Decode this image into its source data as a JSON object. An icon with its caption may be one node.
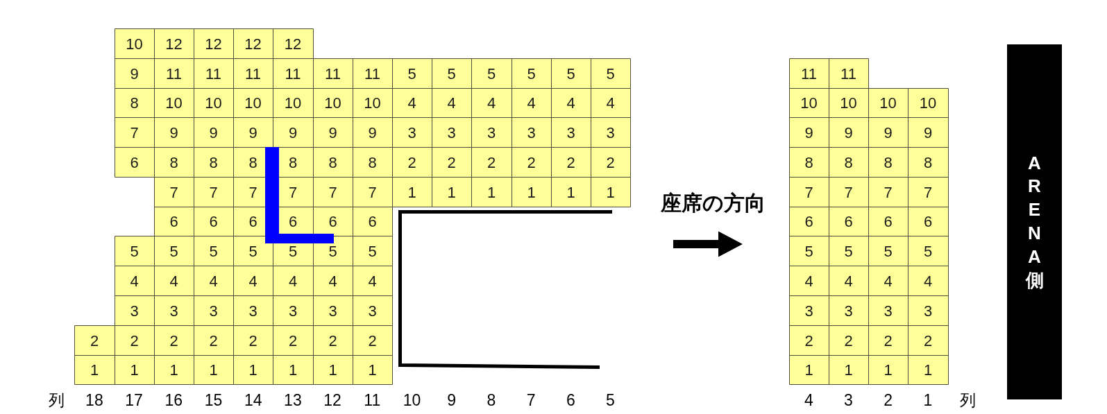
{
  "diagram": {
    "nodes": [
      {
        "text": [
          "10"
        ]
      },
      {
        "text": [
          "12"
        ]
      },
      {
        "text": [
          "12"
        ]
      },
      {
        "text": [
          "12"
        ]
      },
      {
        "text": [
          "12"
        ]
      },
      {
        "text": [
          "9"
        ]
      },
      {
        "text": [
          "11"
        ]
      },
      {
        "text": [
          "11"
        ]
      },
      {
        "text": [
          "11"
        ]
      },
      {
        "text": [
          "11"
        ]
      },
      {
        "text": [
          "11"
        ]
      },
      {
        "text": [
          "11"
        ]
      },
      {
        "text": [
          "5"
        ]
      },
      {
        "text": [
          "5"
        ]
      },
      {
        "text": [
          "5"
        ]
      },
      {
        "text": [
          "5"
        ]
      },
      {
        "text": [
          "5"
        ]
      },
      {
        "text": [
          "5"
        ]
      },
      {
        "text": [
          "8"
        ]
      },
      {
        "text": [
          "10"
        ]
      },
      {
        "text": [
          "10"
        ]
      },
      {
        "text": [
          "10"
        ]
      },
      {
        "text": [
          "10"
        ]
      },
      {
        "text": [
          "10"
        ]
      },
      {
        "text": [
          "10"
        ]
      },
      {
        "text": [
          "4"
        ]
      },
      {
        "text": [
          "4"
        ]
      },
      {
        "text": [
          "4"
        ]
      },
      {
        "text": [
          "4"
        ]
      },
      {
        "text": [
          "4"
        ]
      },
      {
        "text": [
          "4"
        ]
      },
      {
        "text": [
          "7"
        ]
      },
      {
        "text": [
          "9"
        ]
      },
      {
        "text": [
          "9"
        ]
      },
      {
        "text": [
          "9"
        ]
      },
      {
        "text": [
          "9"
        ]
      },
      {
        "text": [
          "9"
        ]
      },
      {
        "text": [
          "9"
        ]
      },
      {
        "text": [
          "3"
        ]
      },
      {
        "text": [
          "3"
        ]
      },
      {
        "text": [
          "3"
        ]
      },
      {
        "text": [
          "3"
        ]
      },
      {
        "text": [
          "3"
        ]
      },
      {
        "text": [
          "3"
        ]
      },
      {
        "text": [
          "6"
        ]
      },
      {
        "text": [
          "8"
        ]
      },
      {
        "text": [
          "8"
        ]
      },
      {
        "text": [
          "8"
        ]
      },
      {
        "text": [
          "8"
        ]
      },
      {
        "text": [
          "8"
        ]
      },
      {
        "text": [
          "8"
        ]
      },
      {
        "text": [
          "2"
        ]
      },
      {
        "text": [
          "2"
        ]
      },
      {
        "text": [
          "2"
        ]
      },
      {
        "text": [
          "2"
        ]
      },
      {
        "text": [
          "2"
        ]
      },
      {
        "text": [
          "2"
        ]
      },
      {
        "text": [
          "7"
        ]
      },
      {
        "text": [
          "7"
        ]
      },
      {
        "text": [
          "7"
        ]
      },
      {
        "text": [
          "7"
        ]
      },
      {
        "text": [
          "7"
        ]
      },
      {
        "text": [
          "7"
        ]
      },
      {
        "text": [
          "1"
        ]
      },
      {
        "text": [
          "1"
        ]
      },
      {
        "text": [
          "1"
        ]
      },
      {
        "text": [
          "1"
        ]
      },
      {
        "text": [
          "1"
        ]
      },
      {
        "text": [
          "1"
        ]
      },
      {
        "text": [
          "6"
        ]
      },
      {
        "text": [
          "6"
        ]
      },
      {
        "text": [
          "6"
        ]
      },
      {
        "text": [
          "6"
        ]
      },
      {
        "text": [
          "6"
        ]
      },
      {
        "text": [
          "6"
        ]
      },
      {
        "text": [
          "5"
        ]
      },
      {
        "text": [
          "5"
        ]
      },
      {
        "text": [
          "5"
        ]
      },
      {
        "text": [
          "5"
        ]
      },
      {
        "text": [
          "5"
        ]
      },
      {
        "text": [
          "5"
        ]
      },
      {
        "text": [
          "5"
        ]
      },
      {
        "text": [
          "4"
        ]
      },
      {
        "text": [
          "4"
        ]
      },
      {
        "text": [
          "4"
        ]
      },
      {
        "text": [
          "4"
        ]
      },
      {
        "text": [
          "4"
        ]
      },
      {
        "text": [
          "4"
        ]
      },
      {
        "text": [
          "4"
        ]
      },
      {
        "text": [
          "3"
        ]
      },
      {
        "text": [
          "3"
        ]
      },
      {
        "text": [
          "3"
        ]
      },
      {
        "text": [
          "3"
        ]
      },
      {
        "text": [
          "3"
        ]
      },
      {
        "text": [
          "3"
        ]
      },
      {
        "text": [
          "3"
        ]
      },
      {
        "text": [
          "2"
        ]
      },
      {
        "text": [
          "2"
        ]
      },
      {
        "text": [
          "2"
        ]
      },
      {
        "text": [
          "2"
        ]
      },
      {
        "text": [
          "2"
        ]
      },
      {
        "text": [
          "2"
        ]
      },
      {
        "text": [
          "2"
        ]
      },
      {
        "text": [
          "2"
        ]
      },
      {
        "text": [
          "1"
        ]
      },
      {
        "text": [
          "1"
        ]
      },
      {
        "text": [
          "1"
        ]
      },
      {
        "text": [
          "1"
        ]
      },
      {
        "text": [
          "1"
        ]
      },
      {
        "text": [
          "1"
        ]
      },
      {
        "text": [
          "1"
        ]
      },
      {
        "text": [
          "1"
        ]
      },
      {
        "text": [
          "11"
        ]
      },
      {
        "text": [
          "11"
        ]
      },
      {
        "text": [
          "10"
        ]
      },
      {
        "text": [
          "10"
        ]
      },
      {
        "text": [
          "10"
        ]
      },
      {
        "text": [
          "10"
        ]
      },
      {
        "text": [
          "9"
        ]
      },
      {
        "text": [
          "9"
        ]
      },
      {
        "text": [
          "9"
        ]
      },
      {
        "text": [
          "9"
        ]
      },
      {
        "text": [
          "8"
        ]
      },
      {
        "text": [
          "8"
        ]
      },
      {
        "text": [
          "8"
        ]
      },
      {
        "text": [
          "8"
        ]
      },
      {
        "text": [
          "7"
        ]
      },
      {
        "text": [
          "7"
        ]
      },
      {
        "text": [
          "7"
        ]
      },
      {
        "text": [
          "7"
        ]
      },
      {
        "text": [
          "6"
        ]
      },
      {
        "text": [
          "6"
        ]
      },
      {
        "text": [
          "6"
        ]
      },
      {
        "text": [
          "6"
        ]
      },
      {
        "text": [
          "5"
        ]
      },
      {
        "text": [
          "5"
        ]
      },
      {
        "text": [
          "5"
        ]
      },
      {
        "text": [
          "5"
        ]
      },
      {
        "text": [
          "4"
        ]
      },
      {
        "text": [
          "4"
        ]
      },
      {
        "text": [
          "4"
        ]
      },
      {
        "text": [
          "4"
        ]
      },
      {
        "text": [
          "3"
        ]
      },
      {
        "text": [
          "3"
        ]
      },
      {
        "text": [
          "3"
        ]
      },
      {
        "text": [
          "3"
        ]
      },
      {
        "text": [
          "2"
        ]
      },
      {
        "text": [
          "2"
        ]
      },
      {
        "text": [
          "2"
        ]
      },
      {
        "text": [
          "2"
        ]
      },
      {
        "text": [
          "1"
        ]
      },
      {
        "text": [
          "1"
        ]
      },
      {
        "text": [
          "1"
        ]
      },
      {
        "text": [
          "1"
        ]
      },
      {
        "text": [
          "ARENA側"
        ]
      }
    ],
    "labels": [
      "座席の方向",
      "列",
      "18",
      "17",
      "16",
      "15",
      "14",
      "13",
      "12",
      "11",
      "10",
      "9",
      "8",
      "7",
      "6",
      "5",
      "4",
      "3",
      "2",
      "1",
      "列"
    ]
  }
}
